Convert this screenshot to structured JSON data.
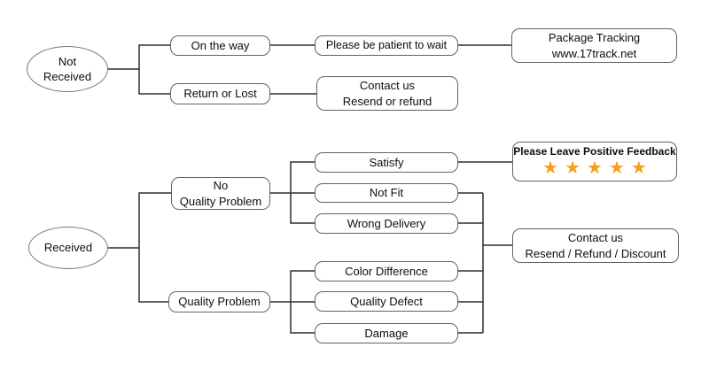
{
  "nodes": {
    "not_received": "Not\nReceived",
    "on_the_way": "On the way",
    "be_patient": "Please be patient to wait",
    "package_tracking": "Package Tracking\nwww.17track.net",
    "return_or_lost": "Return or Lost",
    "contact_us_resend": "Contact us\nResend or refund",
    "received": "Received",
    "no_quality_problem": "No\nQuality Problem",
    "quality_problem": "Quality Problem",
    "satisfy": "Satisfy",
    "not_fit": "Not Fit",
    "wrong_delivery": "Wrong Delivery",
    "color_difference": "Color Difference",
    "quality_defect": "Quality Defect",
    "damage": "Damage",
    "feedback_title": "Please Leave Positive Feedback",
    "feedback_stars": "★★★★★",
    "feedback_stars_count": 5,
    "contact_us_final": "Contact us\nResend / Refund / Discount"
  },
  "colors": {
    "background": "#FFFFFF",
    "text": "#0D0D0D",
    "line": "#2F2F2F",
    "box_border": "#636363",
    "ellipse_border": "#7A7A7A",
    "star": "#F5A01B"
  }
}
